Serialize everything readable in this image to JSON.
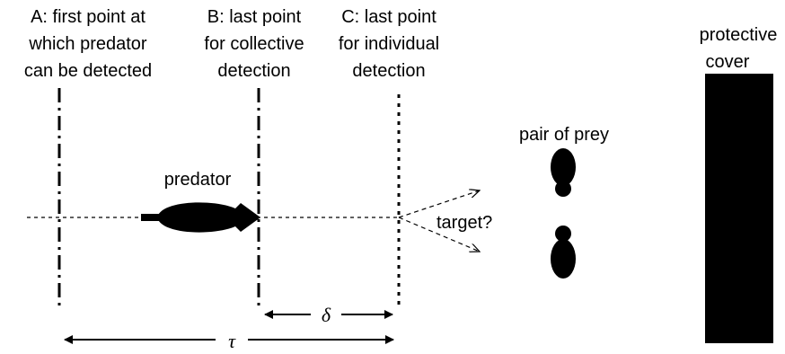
{
  "labels": {
    "A": [
      "A: first point at",
      "which predator",
      "can be detected"
    ],
    "B": [
      "B: last point",
      "for collective",
      "detection"
    ],
    "C": [
      "C: last point",
      "for individual",
      "detection"
    ],
    "cover": [
      "protective",
      "cover"
    ],
    "prey": "pair of prey",
    "predator": "predator",
    "target": "target?",
    "delta": "δ",
    "tau": "τ"
  }
}
